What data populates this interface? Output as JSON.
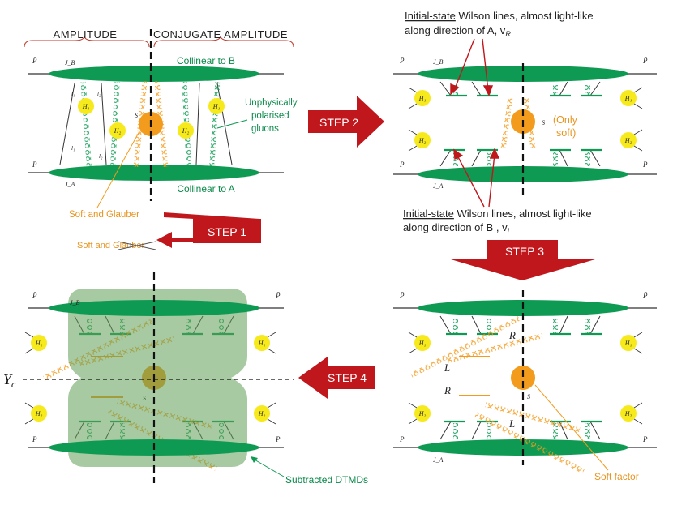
{
  "header": {
    "amplitude": "AMPLITUDE",
    "conjugate_amplitude": "CONJUGATE AMPLITUDE"
  },
  "panel1": {
    "collinear_b": "Collinear to B",
    "collinear_a": "Collinear to A",
    "unphysical_line1": "Unphysically",
    "unphysical_line2": "polarised",
    "unphysical_line3": "gluons",
    "soft_glauber": "Soft and Glauber",
    "soft_glauber_struck": "Soft and Glauber",
    "labels": {
      "pbar": "P̄",
      "p": "P",
      "jb": "J_B",
      "ja": "J_A",
      "s": "S",
      "h1": "H₁",
      "h2": "H₂",
      "l1": "l₁",
      "l2": "l₂"
    }
  },
  "steps": {
    "step1": "STEP 1",
    "step2": "STEP 2",
    "step3": "STEP 3",
    "step4": "STEP 4"
  },
  "panel2": {
    "wilson_top_prefix": "Initial-state",
    "wilson_top_rest": " Wilson lines, almost light-like",
    "wilson_top_line2": "along direction of A, v",
    "wilson_top_sub": "R",
    "only_soft_1": "(Only",
    "only_soft_2": "soft)",
    "wilson_bot_prefix": "Initial-state",
    "wilson_bot_rest": " Wilson lines, almost light-like",
    "wilson_bot_line2": "along direction of B , v",
    "wilson_bot_sub": "L"
  },
  "panel3": {
    "r_top": "R",
    "l_left": "L",
    "r_left": "R",
    "l_bottom": "L",
    "soft_factor": "Soft factor"
  },
  "panel4": {
    "yc": "Y",
    "yc_sub": "c",
    "subtracted": "Subtracted DTMDs"
  },
  "colors": {
    "green": "#0e9a52",
    "green_text": "#0b8a4a",
    "orange": "#f39b1d",
    "orange_text": "#e8941f",
    "yellow": "#f7ea1c",
    "red_arrow": "#c0171d",
    "dtmd_box": "#8fbf8a"
  }
}
